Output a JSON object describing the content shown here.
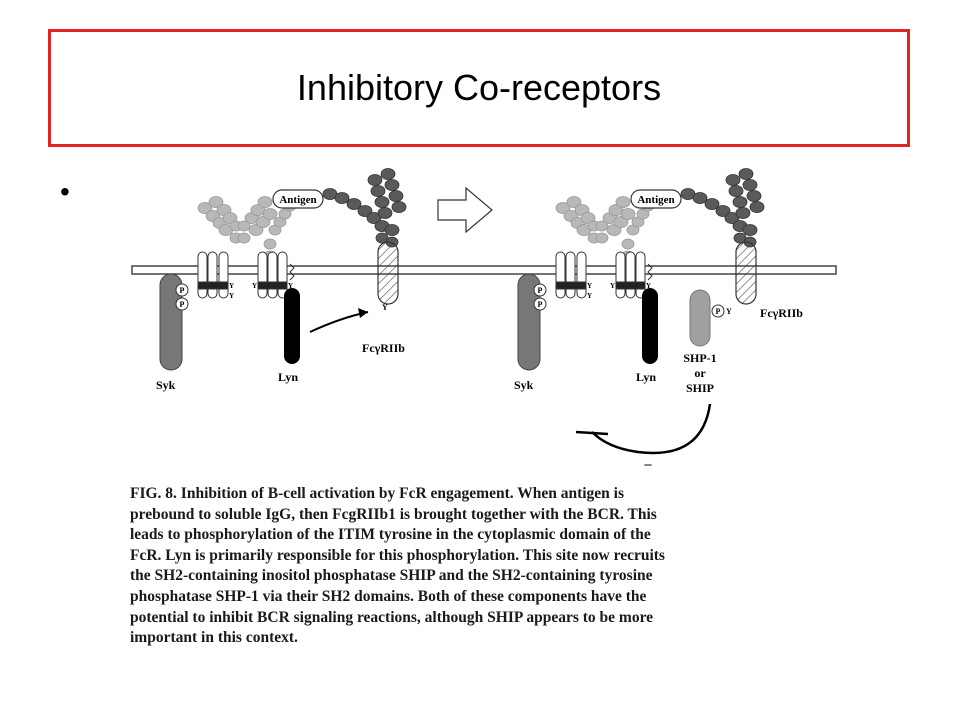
{
  "slide": {
    "title": "Inhibitory Co-receptors",
    "bullet": "•"
  },
  "figure": {
    "left_panel": {
      "antigen_label": "Antigen",
      "syk_label": "Syk",
      "lyn_label": "Lyn",
      "fcr_label": "FcγRIIb",
      "phospho_label": "P",
      "tyrosine_label": "Y"
    },
    "right_panel": {
      "antigen_label": "Antigen",
      "syk_label": "Syk",
      "lyn_label": "Lyn",
      "fcr_label": "FcγRIIb",
      "shp_label_line1": "SHP-1",
      "shp_label_line2": "or",
      "shp_label_line3": "SHIP",
      "minus_label": "–",
      "phospho_label": "P",
      "tyrosine_label": "Y"
    },
    "colors": {
      "light_ig": "#b8b8b8",
      "dark_ig": "#5a5a5a",
      "syk": "#777777",
      "lyn": "#000000",
      "shp": "#a0a0a0",
      "title_border": "#e02424"
    }
  },
  "caption": {
    "lines": [
      "FIG. 8. Inhibition of B-cell activation by FcR engagement. When antigen is",
      "prebound to soluble IgG, then FcgRIIb1 is brought together with the BCR. This",
      "leads to phosphorylation of the ITIM tyrosine in the cytoplasmic domain of the",
      "FcR. Lyn is primarily responsible for this phosphorylation. This site now recruits",
      "the SH2-containing inositol phosphatase SHIP and the SH2-containing tyrosine",
      "phosphatase SHP-1 via their SH2 domains. Both of these components have the",
      "potential to inhibit BCR signaling reactions, although SHIP appears to be more",
      "important in this context."
    ]
  }
}
